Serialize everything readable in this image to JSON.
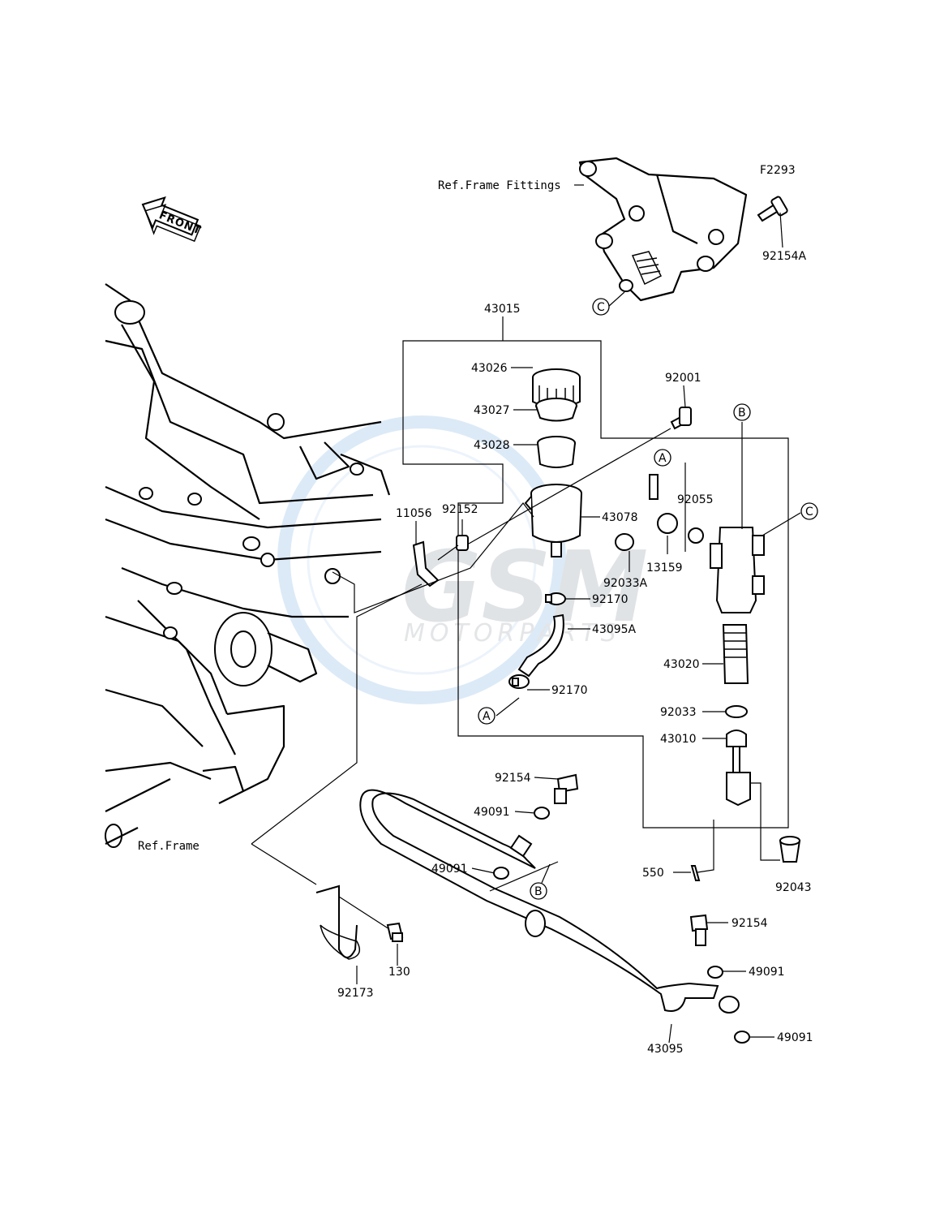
{
  "diagram_code": "F2293",
  "front_label": "FRONT",
  "references": {
    "frame_fittings": "Ref.Frame Fittings",
    "frame": "Ref.Frame"
  },
  "watermark": {
    "brand": "GSM",
    "subtitle": "MOTORPARTS"
  },
  "callout_letters": {
    "a": "A",
    "b": "B",
    "c": "C"
  },
  "parts": {
    "p92154A": "92154A",
    "p43015": "43015",
    "p43026": "43026",
    "p43027": "43027",
    "p43028": "43028",
    "p92001": "92001",
    "p11056": "11056",
    "p92152": "92152",
    "p43078": "43078",
    "p92055": "92055",
    "p13159": "13159",
    "p92033A": "92033A",
    "p92170a": "92170",
    "p43095A": "43095A",
    "p92170b": "92170",
    "p43020": "43020",
    "p92033": "92033",
    "p43010": "43010",
    "p92154a": "92154",
    "p49091a": "49091",
    "p49091b": "49091",
    "p550": "550",
    "p92043": "92043",
    "p92154b": "92154",
    "p49091c": "49091",
    "p49091d": "49091",
    "p43095": "43095",
    "p130": "130",
    "p92173": "92173"
  }
}
